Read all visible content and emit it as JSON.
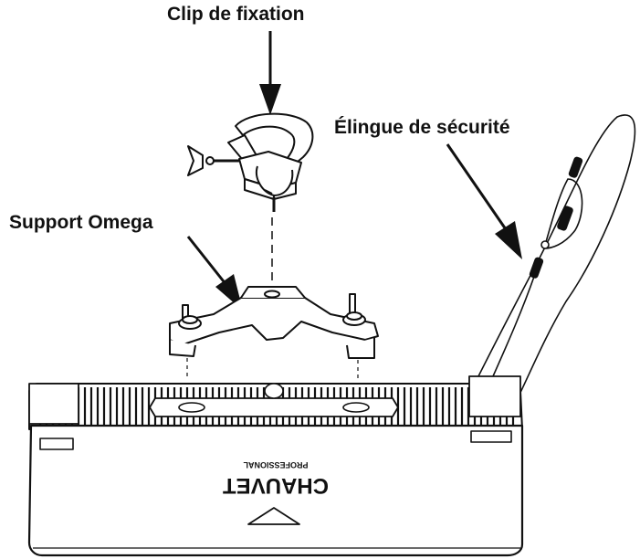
{
  "labels": {
    "clip": "Clip de fixation",
    "omega": "Support Omega",
    "sling": "Élingue de sécurité"
  },
  "logo": {
    "brand": "CHAUVET",
    "sub": "PROFESSIONAL"
  },
  "colors": {
    "ink": "#111111",
    "background": "#ffffff"
  }
}
